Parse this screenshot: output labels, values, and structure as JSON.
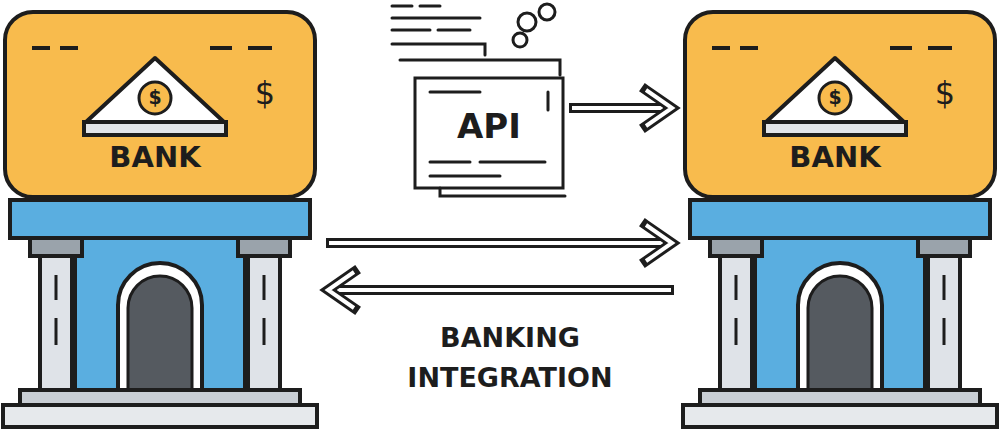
{
  "diagram": {
    "nodes": [
      {
        "text": [
          "BANK",
          "$"
        ]
      },
      {
        "text": [
          "BANK",
          "$"
        ]
      },
      {
        "text": [
          "API"
        ]
      }
    ],
    "edges": [
      {
        "from": 2,
        "to": 1,
        "arrow": "to"
      },
      {
        "from": 0,
        "to": 1,
        "arrow": "to"
      },
      {
        "from": 1,
        "to": 0,
        "arrow": "to"
      }
    ],
    "labels": [
      "$",
      "$",
      "BANKING INTEGRATION"
    ]
  }
}
